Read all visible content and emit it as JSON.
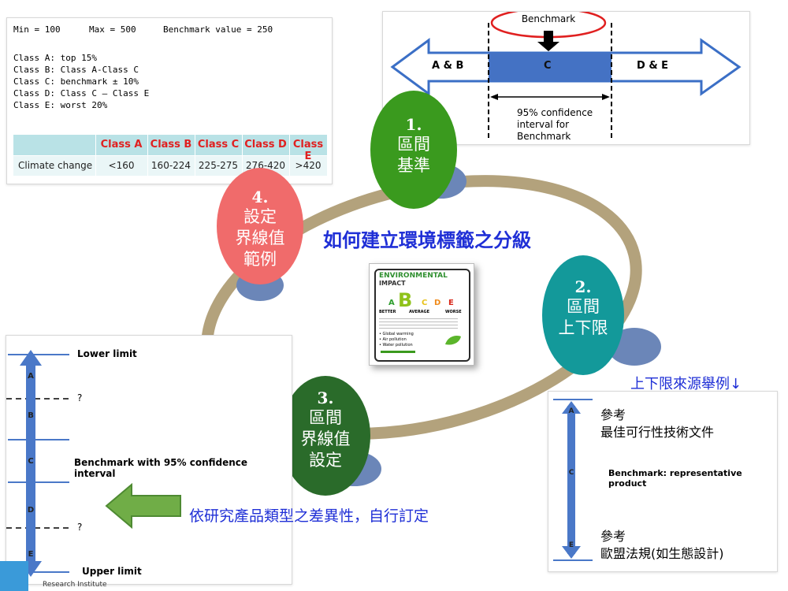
{
  "criteria_box": {
    "min": "Min = 100",
    "max": "Max = 500",
    "benchmark": "Benchmark value = 250",
    "class_lines": [
      "Class A: top 15%",
      "Class B: Class A-Class C",
      "Class C: benchmark ± 10%",
      "Class D: Class C – Class E",
      "Class E: worst 20%"
    ],
    "table": {
      "headers": [
        "Class A",
        "Class B",
        "Class C",
        "Class D",
        "Class E"
      ],
      "row_label": "Climate change",
      "values": [
        "<160",
        "160-224",
        "225-275",
        "276-420",
        ">420"
      ]
    }
  },
  "benchmark_box": {
    "benchmark": "Benchmark",
    "left": "A & B",
    "center": "C",
    "right": "D & E",
    "ci_line1": "95% confidence",
    "ci_line2": "interval for",
    "ci_line3": "Benchmark"
  },
  "center_title": "如何建立環境標籤之分級",
  "steps": [
    {
      "num": "1.",
      "line1": "區間",
      "line2": "基準",
      "line3": ""
    },
    {
      "num": "2.",
      "line1": "區間",
      "line2": "上下限",
      "line3": ""
    },
    {
      "num": "3.",
      "line1": "區間",
      "line2": "界線值",
      "line3": "設定"
    },
    {
      "num": "4.",
      "line1": "設定",
      "line2": "界線值",
      "line3": "範例"
    }
  ],
  "label_image": {
    "title1": "ENVIRONMENTAL",
    "title2": "IMPACT",
    "grades": [
      "A",
      "B",
      "C",
      "D",
      "E"
    ],
    "better": "BETTER",
    "average": "AVERAGE",
    "worse": "WORSE",
    "items": [
      "• Global warming",
      "• Air pollution",
      "• Water pollution"
    ]
  },
  "limits_box": {
    "lower": "Lower limit",
    "q1": "?",
    "benchmark": "Benchmark with 95% confidence interval",
    "q2": "?",
    "upper": "Upper limit",
    "classes": [
      "A",
      "B",
      "C",
      "D",
      "E"
    ]
  },
  "arrow_caption": "依研究產品類型之差異性，自行訂定",
  "source_heading": "上下限來源舉例↓",
  "source_box": {
    "ref1_a": "參考",
    "ref1_b": "最佳可行性技術文件",
    "benchmark": "Benchmark: representative product",
    "ref2_a": "參考",
    "ref2_b": "歐盟法規(如生態設計)",
    "classes": [
      "A",
      "C",
      "E"
    ]
  },
  "footer_text": "Research Institute",
  "colors": {
    "step1": "#3a9a1e",
    "step2": "#13999a",
    "step3": "#2a6b2a",
    "step4": "#f06b6b",
    "title": "#1f2fd6",
    "axis": "#4a78c8",
    "ring": "#b3a27c"
  }
}
